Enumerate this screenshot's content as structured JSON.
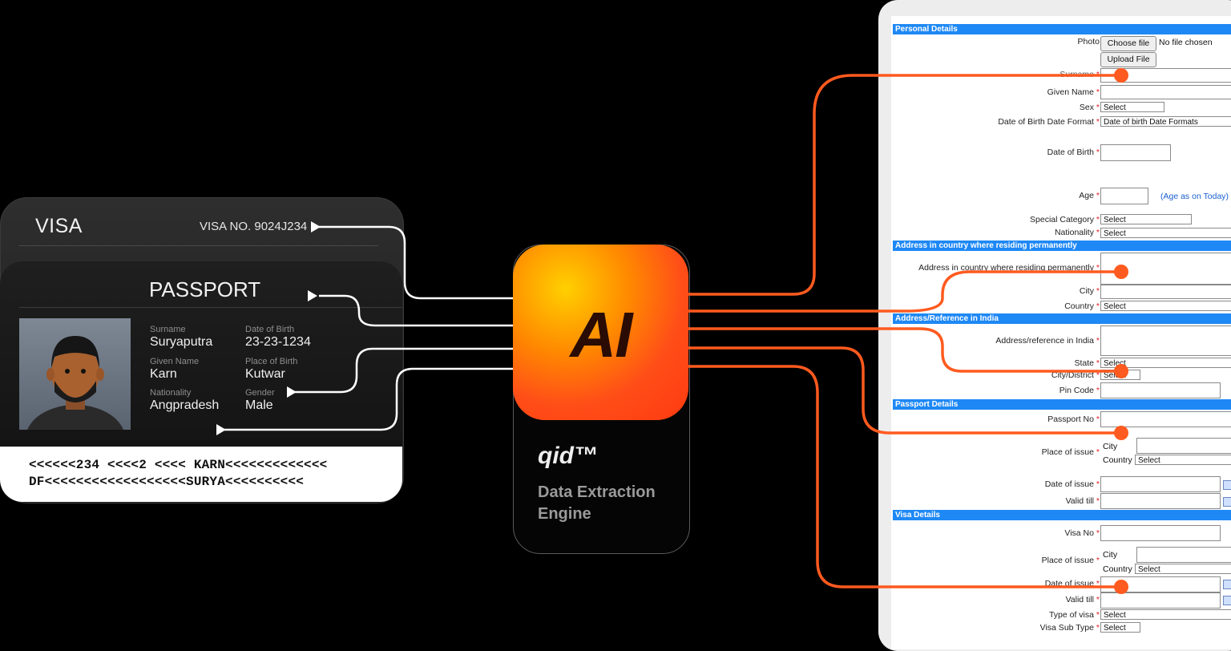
{
  "visa": {
    "title": "VISA",
    "number": "VISA NO. 9024J234"
  },
  "passport": {
    "title": "PASSPORT",
    "fields": [
      {
        "label": "Surname",
        "value": "Suryaputra"
      },
      {
        "label": "Date of Birth",
        "value": "23-23-1234"
      },
      {
        "label": "Given Name",
        "value": "Karn"
      },
      {
        "label": "Place of Birth",
        "value": "Kutwar"
      },
      {
        "label": "Nationality",
        "value": "Angpradesh"
      },
      {
        "label": "Gender",
        "value": "Male"
      }
    ],
    "mrz": [
      "<<<<<<234 <<<<2 <<<< KARN<<<<<<<<<<<<<",
      "DF<<<<<<<<<<<<<<<<<<SURYA<<<<<<<<<<"
    ]
  },
  "engine": {
    "tile_text": "AI",
    "brand": "qid™",
    "tagline": "Data Extraction Engine",
    "accent": "#ff5a1f"
  },
  "form": {
    "sections": [
      "Personal Details",
      "Address in country where residing permanently",
      "Address/Reference in India",
      "Passport Details",
      "Visa Details"
    ],
    "labels": {
      "photo": "Photo",
      "surname": "Surname",
      "given_name": "Given Name",
      "sex": "Sex",
      "dob_format": "Date of Birth Date Format",
      "dob": "Date of Birth",
      "age": "Age",
      "special_category": "Special Category",
      "nationality": "Nationality",
      "address_perm": "Address in country where residing permanently",
      "city": "City",
      "country": "Country",
      "address_india": "Address/reference in India",
      "state": "State",
      "city_district": "City/District",
      "pin_code": "Pin Code",
      "passport_no": "Passport No",
      "place_of_issue": "Place of issue",
      "date_of_issue": "Date of issue",
      "valid_till": "Valid till",
      "visa_no": "Visa No",
      "type_of_visa": "Type of visa",
      "visa_sub_type": "Visa Sub Type"
    },
    "choose_file": "Choose file",
    "no_file": "No file chosen",
    "upload_file": "Upload File",
    "select": "Select",
    "dob_formats": "Date of birth Date Formats",
    "age_note": "(Age as on Today)"
  }
}
